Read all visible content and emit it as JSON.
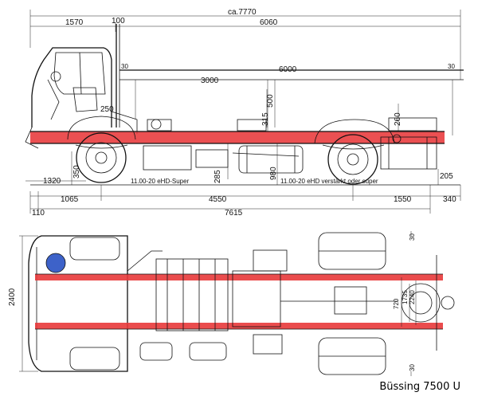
{
  "caption": "Büssing 7500 U",
  "colors": {
    "frame": "#e8383a",
    "tank": "#3d62c9",
    "lines": "#111111",
    "background": "#ffffff"
  },
  "side_view": {
    "dimensions": {
      "overall_approx": "ca.7770",
      "front_to_cab": "1570",
      "cab_gap": "100",
      "body_length": "6060",
      "body_offset_front": "30",
      "body_offset_rear": "30",
      "load_length": "6000",
      "load_front": "3000",
      "cab_height": "250",
      "frame_height": "315",
      "body_height": "500",
      "rear_height": "260",
      "ground_clearance": "350",
      "axle_drop": "285",
      "frame_ground": "980",
      "rear_rise": "205",
      "front_overhang": "1320",
      "front_axle": "1065",
      "wheelbase": "4550",
      "rear_overhang_a": "1550",
      "rear_overhang_b": "340",
      "tip": "110",
      "total_length": "7615"
    },
    "tire_front": "11.00-20 eHD-Super",
    "tire_rear": "11.00-20 eHD verstärkt oder super"
  },
  "top_view": {
    "dimensions": {
      "overall_width": "2400",
      "track_outer": "1735",
      "track_inner": "2240",
      "frame_width": "720",
      "tire_gap_a": "30",
      "tire_gap_b": "30"
    }
  }
}
